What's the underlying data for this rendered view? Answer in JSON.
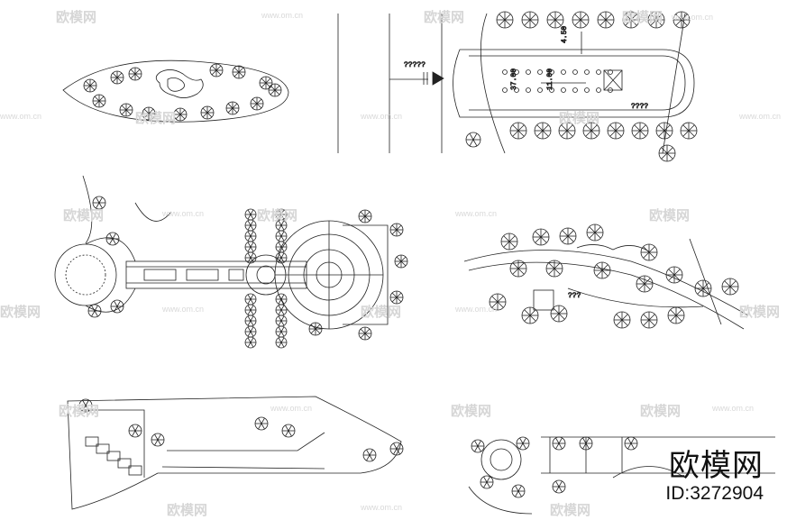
{
  "watermark": {
    "brand_text": "欧模网",
    "url_text": "www.om.cn"
  },
  "corner_brand": "欧模网",
  "corner_id": "ID:3272904",
  "annotations": {
    "marks_a": "?????",
    "dim_width": "4.50",
    "dim_length": "37.00",
    "dim_inner": "11.00",
    "marks_b": "????",
    "marks_c": "???"
  },
  "colors": {
    "line": "#222222",
    "watermark": "#d6d6d6"
  }
}
